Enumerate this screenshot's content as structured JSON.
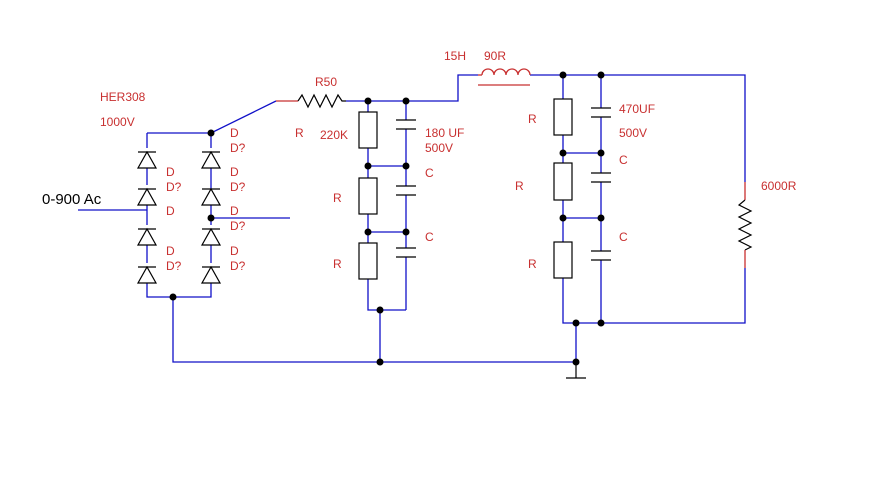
{
  "input": {
    "label": "0-900 Ac"
  },
  "rectifier": {
    "part": "HER308",
    "rating": "1000V",
    "diode_ref": "D",
    "diode_part": "D?"
  },
  "series_resistor": {
    "ref": "R50",
    "side_label": "R"
  },
  "stage1": {
    "resistor_ref": "R",
    "resistor_value": "220K",
    "cap_value": "180 UF",
    "cap_voltage": "500V",
    "cap_ref": "C"
  },
  "choke": {
    "inductance": "15H",
    "resistance": "90R"
  },
  "stage2": {
    "resistor_ref": "R",
    "cap_value": "470UF",
    "cap_voltage": "500V",
    "cap_ref": "C"
  },
  "load": {
    "value": "6000R"
  },
  "colors": {
    "wire": "#1010c8",
    "label": "#c83030",
    "component": "#000000"
  }
}
